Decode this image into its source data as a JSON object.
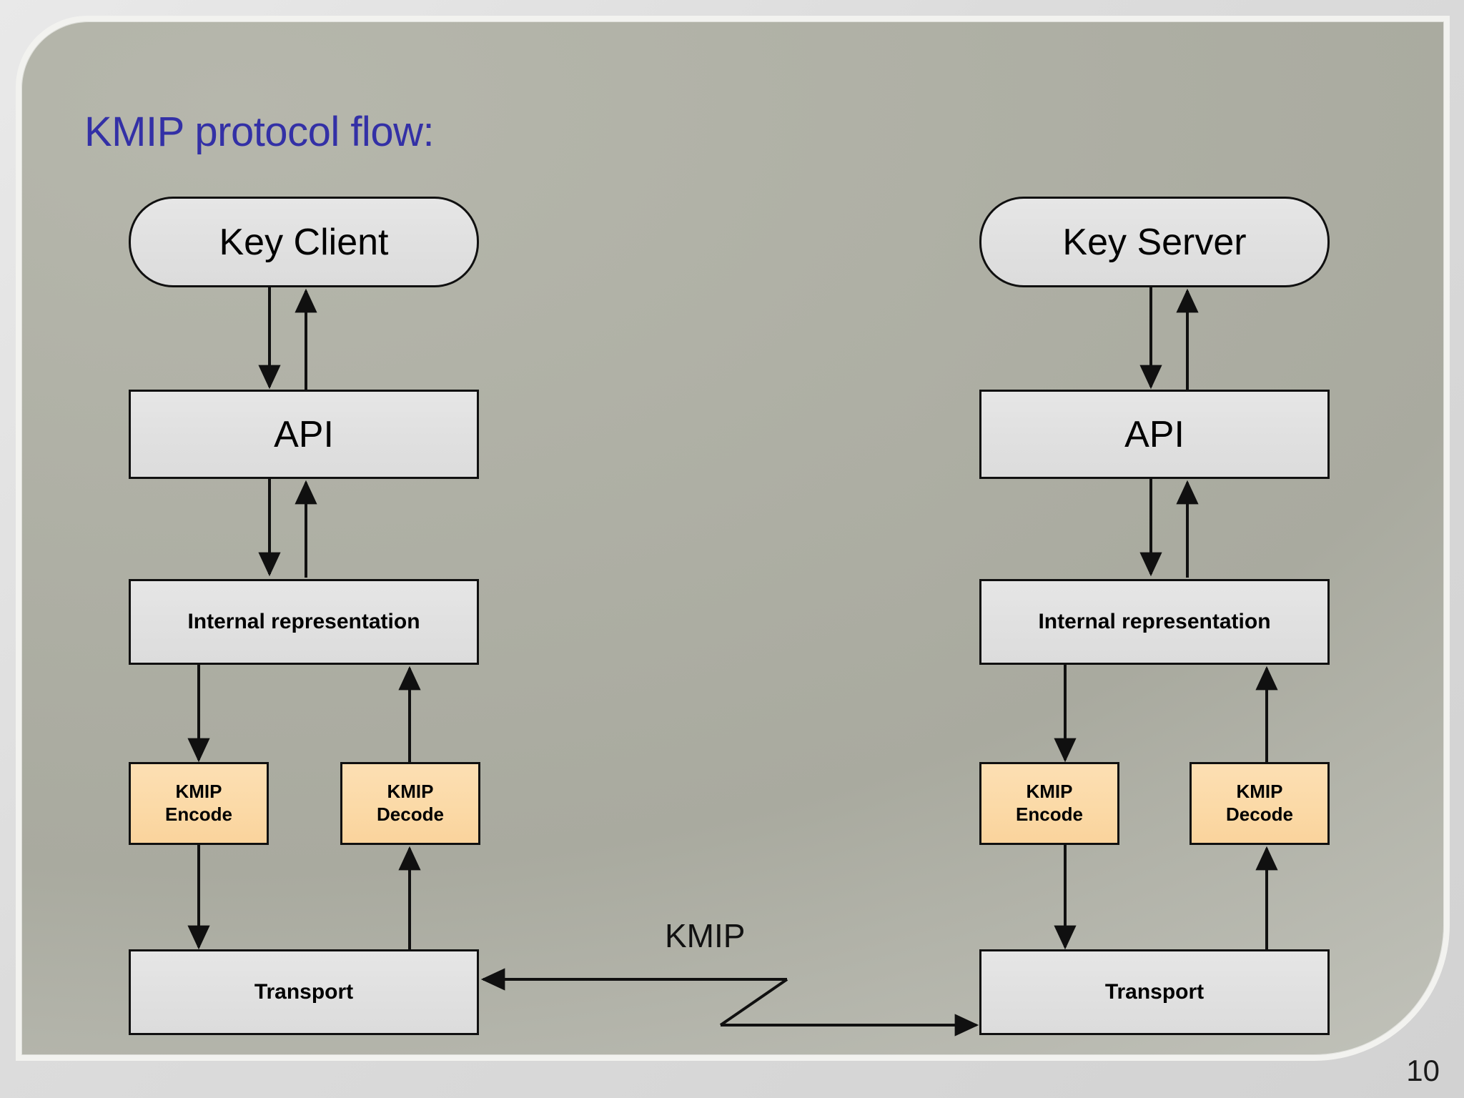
{
  "slide": {
    "title": "KMIP protocol flow:",
    "page_number": "10",
    "title_color": "#3330a6",
    "panel_color": "#aeafa4",
    "node_fill": "#e0e0e0",
    "codec_fill": "#fbd9a6",
    "stroke_color": "#101010"
  },
  "diagram": {
    "type": "flow",
    "link_label": "KMIP",
    "left_column": {
      "endpoint": "Key Client",
      "api": "API",
      "internal": "Internal representation",
      "encode_line1": "KMIP",
      "encode_line2": "Encode",
      "decode_line1": "KMIP",
      "decode_line2": "Decode",
      "transport": "Transport"
    },
    "right_column": {
      "endpoint": "Key Server",
      "api": "API",
      "internal": "Internal representation",
      "encode_line1": "KMIP",
      "encode_line2": "Encode",
      "decode_line1": "KMIP",
      "decode_line2": "Decode",
      "transport": "Transport"
    }
  }
}
